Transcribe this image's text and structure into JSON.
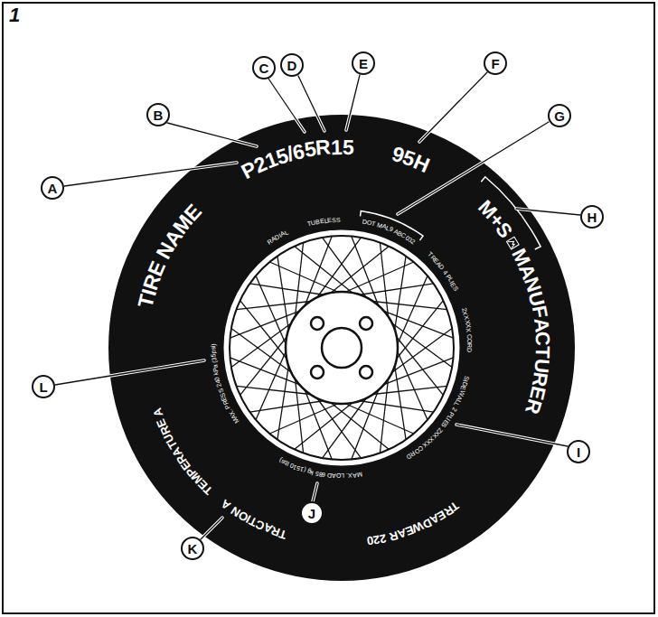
{
  "diagram": {
    "nodes": [
      {
        "text": [
          "A"
        ]
      },
      {
        "text": [
          "B"
        ]
      },
      {
        "text": [
          "C"
        ]
      },
      {
        "text": [
          "D"
        ]
      },
      {
        "text": [
          "E"
        ]
      },
      {
        "text": [
          "F"
        ]
      },
      {
        "text": [
          "G"
        ]
      },
      {
        "text": [
          "H"
        ]
      },
      {
        "text": [
          "I"
        ]
      },
      {
        "text": [
          "J"
        ]
      },
      {
        "text": [
          "K"
        ]
      },
      {
        "text": [
          "L"
        ]
      }
    ],
    "labels": [
      "1",
      "TIRE NAME",
      "P215/65R15",
      "95H",
      "M+S",
      "MANUFACTURER",
      "TREADWEAR 220",
      "TRACTION A",
      "TEMPERATURE A",
      "RADIAL",
      "TUBELESS",
      "DOT MAL9 ABC032",
      "TREAD 4 PLIES",
      "2XXXXX CORD",
      "SIDEWALL 2 PLIES ZXXXXX CORD",
      "MAX. LOAD 685 kg (1510 lbs)",
      "MAX. PRESS 240 kPa (35psi)"
    ]
  }
}
